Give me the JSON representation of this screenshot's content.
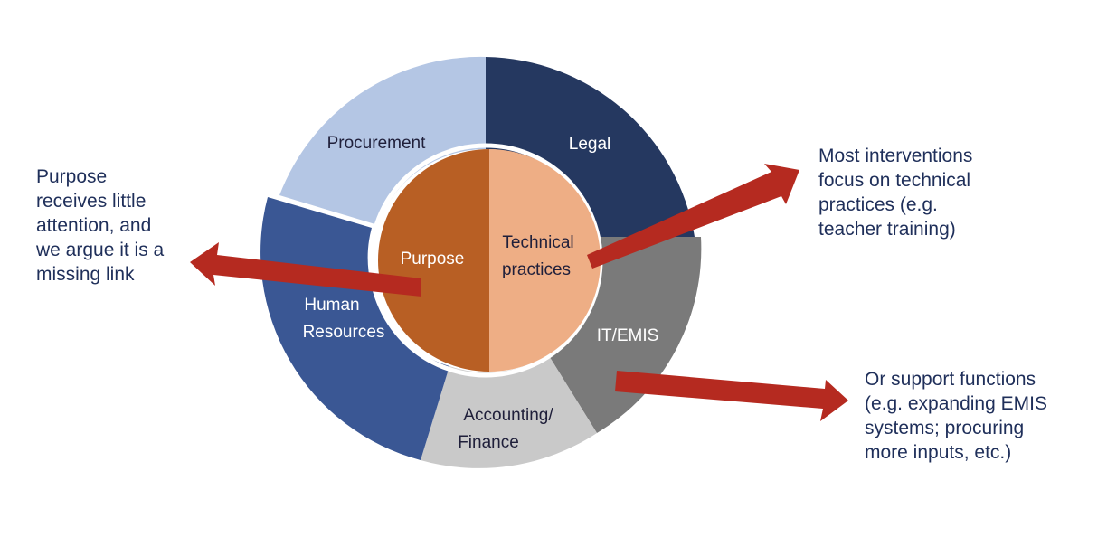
{
  "segments": {
    "procurement": {
      "label": "Procurement",
      "color": "#b4c6e4"
    },
    "legal": {
      "label": "Legal",
      "color": "#253860"
    },
    "it_emis": {
      "label": "IT/EMIS",
      "color": "#7a7a7a"
    },
    "accounting": {
      "line1": "Accounting/",
      "line2": "Finance",
      "color": "#c9c9c9"
    },
    "human_resources": {
      "line1": "Human",
      "line2": "Resources",
      "color": "#3a5794"
    }
  },
  "core": {
    "purpose": {
      "label": "Purpose",
      "color": "#b85f24"
    },
    "technical": {
      "line1": "Technical",
      "line2": "practices",
      "color": "#eeae85"
    }
  },
  "arrow_color": "#b52a20",
  "notes": {
    "left": "Purpose\nreceives little\nattention, and\nwe argue it is a\nmissing link",
    "top_right": "Most interventions\nfocus on technical\npractices (e.g.\nteacher training)",
    "bottom_right": "Or support functions\n(e.g. expanding EMIS\nsystems; procuring\nmore inputs, etc.)"
  }
}
